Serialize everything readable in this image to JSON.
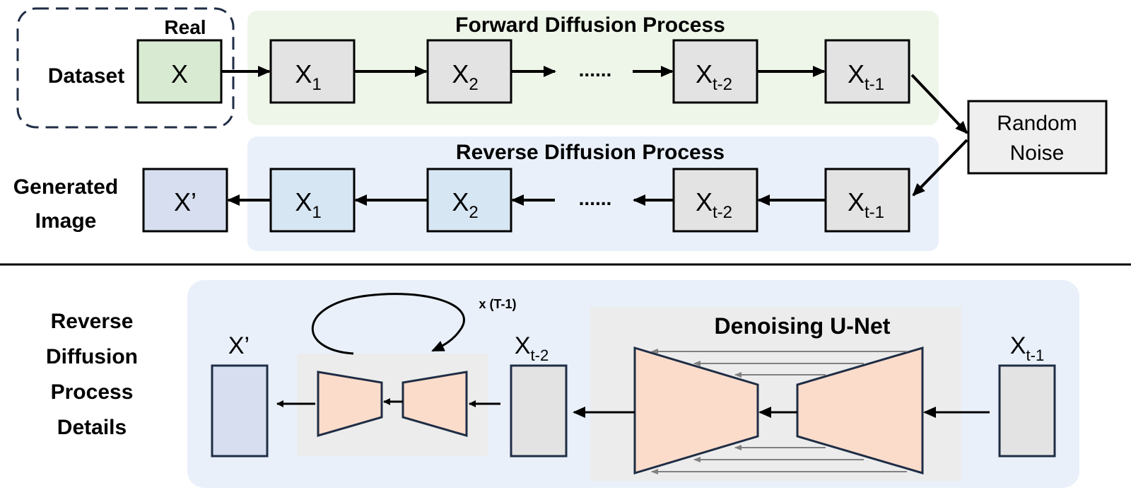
{
  "top": {
    "dataset_label": "Dataset",
    "real_label": "Real",
    "forward_title": "Forward Diffusion Process",
    "reverse_title": "Reverse Diffusion Process",
    "generated_label_line1": "Generated",
    "generated_label_line2": "Image",
    "random_noise_line1": "Random",
    "random_noise_line2": "Noise",
    "ellipsis": "......",
    "x_label": "X",
    "x_prime_label": "X’",
    "sub_1": "1",
    "sub_2": "2",
    "sub_t2": "t-2",
    "sub_t1": "t-1"
  },
  "bottom": {
    "section_label_line1": "Reverse",
    "section_label_line2": "Diffusion",
    "section_label_line3": "Process",
    "section_label_line4": "Details",
    "loop_label": "x (T-1)",
    "unet_title": "Denoising U-Net",
    "x_prime_label": "X’",
    "x_label": "X",
    "sub_t2": "t-2",
    "sub_t1": "t-1"
  },
  "colors": {
    "forward_bg": "#eef6e9",
    "reverse_bg": "#e9f0fa",
    "details_bg": "#e9f0fa",
    "unet_bg": "#ececec",
    "green_box": "#d9ead3",
    "gray_box": "#e3e3e3",
    "blue_box": "#d7e6f3",
    "xprime_box": "#d6deef",
    "noise_box": "#efefef",
    "trapezoid": "#fbdccb",
    "dark_border": "#1f2d45"
  }
}
